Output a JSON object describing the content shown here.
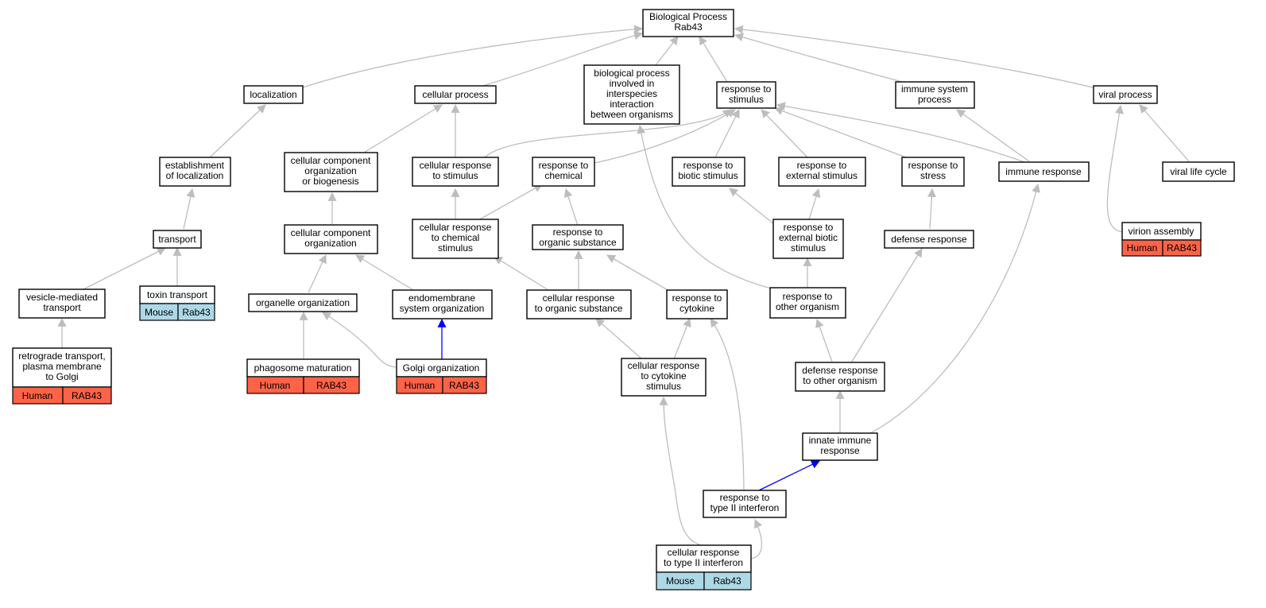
{
  "colors": {
    "human": "#ff6347",
    "mouse": "#add8e6",
    "edge": "#bdbdbd",
    "highlight_edge": "#0000ff"
  },
  "root": {
    "line1": "Biological Process",
    "line2": "Rab43"
  },
  "terms": {
    "localization": "localization",
    "cellular_process": "cellular process",
    "bp_interspecies": [
      "biological process",
      "involved in",
      "interspecies",
      "interaction",
      "between organisms"
    ],
    "response_to_stimulus": [
      "response to",
      "stimulus"
    ],
    "immune_system_process": [
      "immune system",
      "process"
    ],
    "viral_process": "viral process",
    "establishment_localization": [
      "establishment",
      "of localization"
    ],
    "ccob": [
      "cellular component",
      "organization",
      "or biogenesis"
    ],
    "cellular_response_stimulus": [
      "cellular response",
      "to stimulus"
    ],
    "response_chemical": [
      "response to",
      "chemical"
    ],
    "response_biotic": [
      "response to",
      "biotic stimulus"
    ],
    "response_external": [
      "response to",
      "external stimulus"
    ],
    "response_stress": [
      "response to",
      "stress"
    ],
    "immune_response": "immune response",
    "viral_life_cycle": "viral life cycle",
    "transport": "transport",
    "cc_organization": [
      "cellular component",
      "organization"
    ],
    "cellular_response_chemical": [
      "cellular response",
      "to chemical",
      "stimulus"
    ],
    "response_organic": [
      "response to",
      "organic substance"
    ],
    "response_ext_biotic": [
      "response to",
      "external biotic",
      "stimulus"
    ],
    "defense_response": "defense response",
    "virion_assembly": "virion assembly",
    "vesicle_transport": [
      "vesicle-mediated",
      "transport"
    ],
    "toxin_transport": "toxin transport",
    "organelle_organization": "organelle organization",
    "endomembrane": [
      "endomembrane",
      "system organization"
    ],
    "cellular_response_organic": [
      "cellular response",
      "to organic substance"
    ],
    "response_cytokine": [
      "response to",
      "cytokine"
    ],
    "response_other_organism": [
      "response to",
      "other organism"
    ],
    "retrograde_transport": [
      "retrograde transport,",
      "plasma membrane",
      "to Golgi"
    ],
    "phagosome_maturation": "phagosome maturation",
    "golgi_organization": "Golgi organization",
    "cellular_response_cytokine": [
      "cellular response",
      "to cytokine",
      "stimulus"
    ],
    "defense_other_organism": [
      "defense response",
      "to other organism"
    ],
    "innate_immune": [
      "innate immune",
      "response"
    ],
    "response_ifn2": [
      "response to",
      "type II interferon"
    ],
    "cellular_response_ifn2": [
      "cellular response",
      "to type II interferon"
    ]
  },
  "annotations": {
    "virion_assembly": {
      "species": "Human",
      "gene": "RAB43"
    },
    "toxin_transport": {
      "species": "Mouse",
      "gene": "Rab43"
    },
    "retrograde_transport": {
      "species": "Human",
      "gene": "RAB43"
    },
    "phagosome_maturation": {
      "species": "Human",
      "gene": "RAB43"
    },
    "golgi_organization": {
      "species": "Human",
      "gene": "RAB43"
    },
    "cellular_response_ifn2": {
      "species": "Mouse",
      "gene": "Rab43"
    }
  }
}
